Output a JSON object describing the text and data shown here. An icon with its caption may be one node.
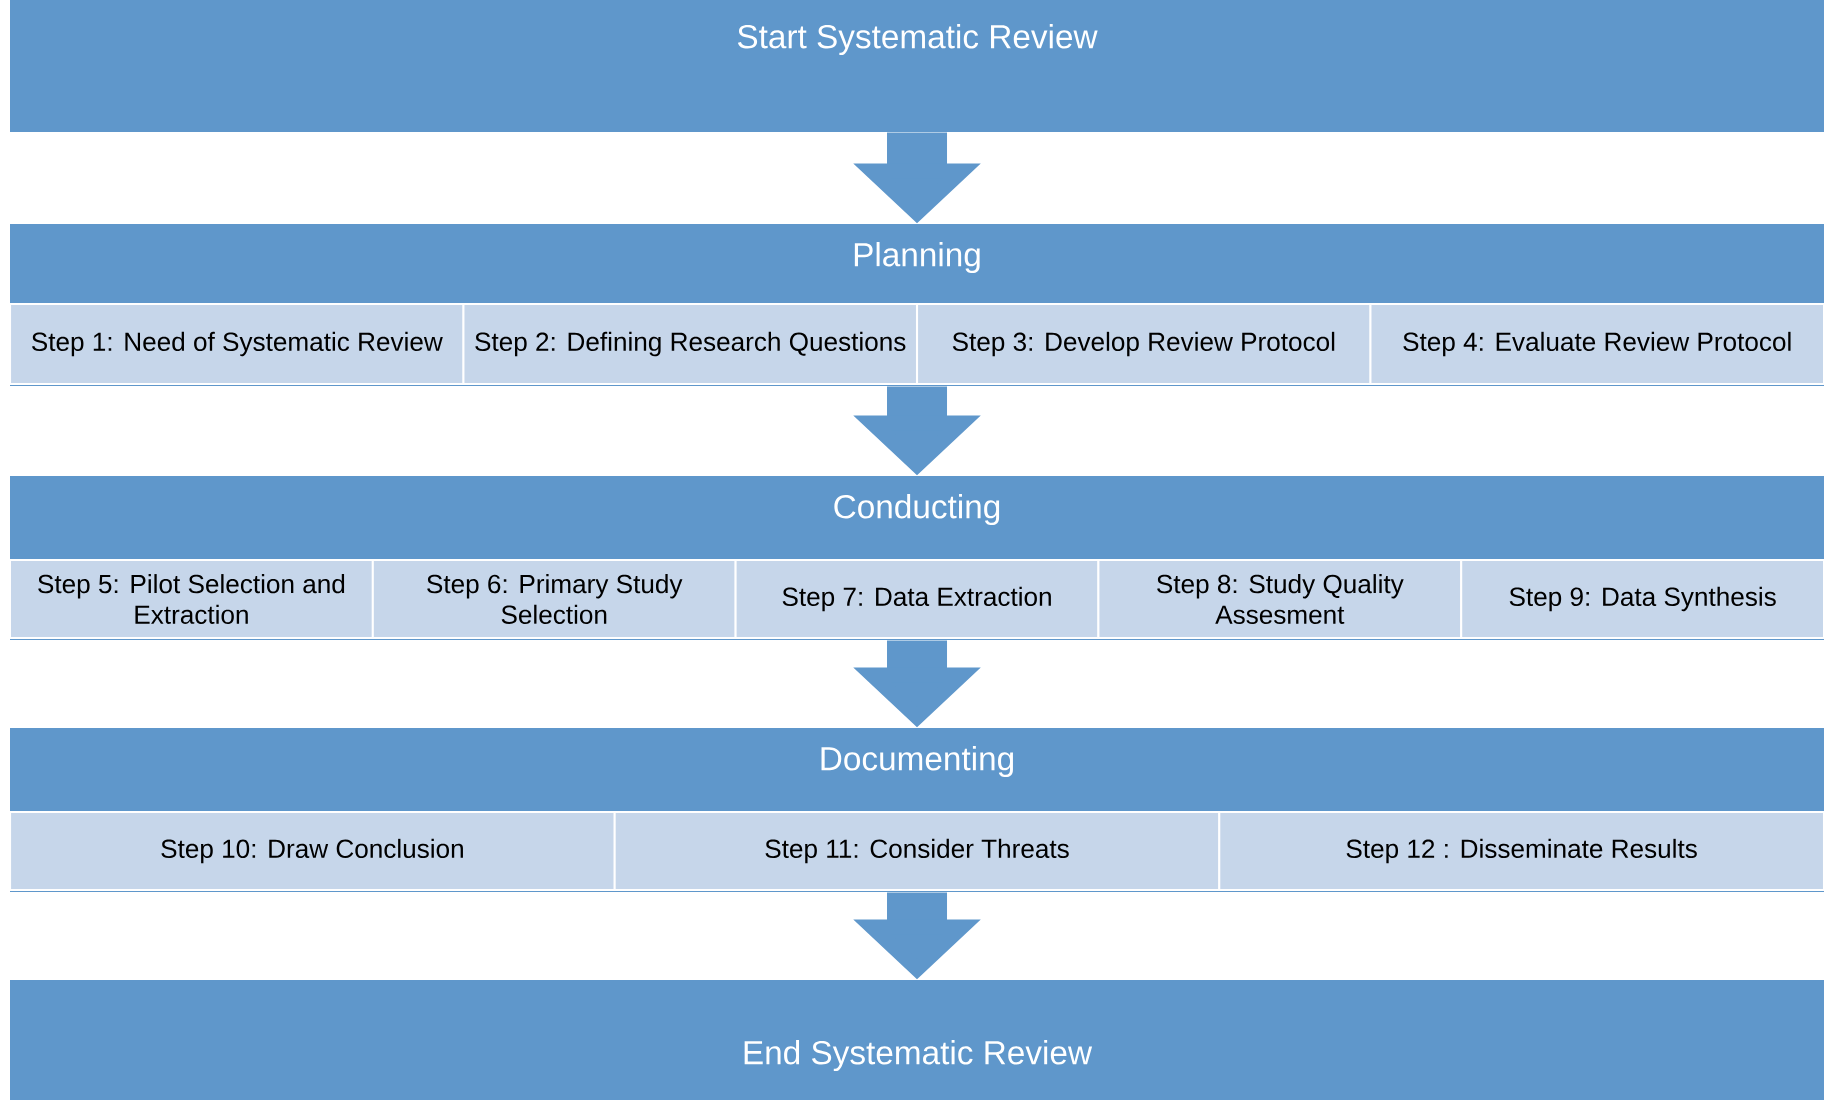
{
  "diagram": {
    "nodes": [
      {
        "text": [
          "Start Systematic Review"
        ]
      },
      {
        "text": [
          "Planning"
        ]
      },
      {
        "text": [
          "Step 1: Need of Systematic Review"
        ],
        "in": 1
      },
      {
        "text": [
          "Step 2: Defining Research Questions"
        ],
        "in": 1
      },
      {
        "text": [
          "Step 3: Develop Review Protocol"
        ],
        "in": 1
      },
      {
        "text": [
          "Step 4: Evaluate Review Protocol"
        ],
        "in": 1
      },
      {
        "text": [
          "Conducting"
        ]
      },
      {
        "text": [
          "Step 5: Pilot Selection and Extraction"
        ],
        "in": 6
      },
      {
        "text": [
          "Step 6: Primary Study Selection"
        ],
        "in": 6
      },
      {
        "text": [
          "Step 7: Data Extraction"
        ],
        "in": 6
      },
      {
        "text": [
          "Step 8: Study Quality Assesment"
        ],
        "in": 6
      },
      {
        "text": [
          "Step 9: Data Synthesis"
        ],
        "in": 6
      },
      {
        "text": [
          "Documenting"
        ]
      },
      {
        "text": [
          "Step 10: Draw Conclusion"
        ],
        "in": 12
      },
      {
        "text": [
          "Step 11: Consider Threats"
        ],
        "in": 12
      },
      {
        "text": [
          "Step 12 : Disseminate Results"
        ],
        "in": 12
      },
      {
        "text": [
          "End Systematic Review"
        ]
      }
    ],
    "edges": [
      {
        "from": 0,
        "to": 1,
        "arrow": "to"
      },
      {
        "from": 1,
        "to": 6,
        "arrow": "to"
      },
      {
        "from": 6,
        "to": 12,
        "arrow": "to"
      },
      {
        "from": 12,
        "to": 16,
        "arrow": "to"
      }
    ]
  }
}
